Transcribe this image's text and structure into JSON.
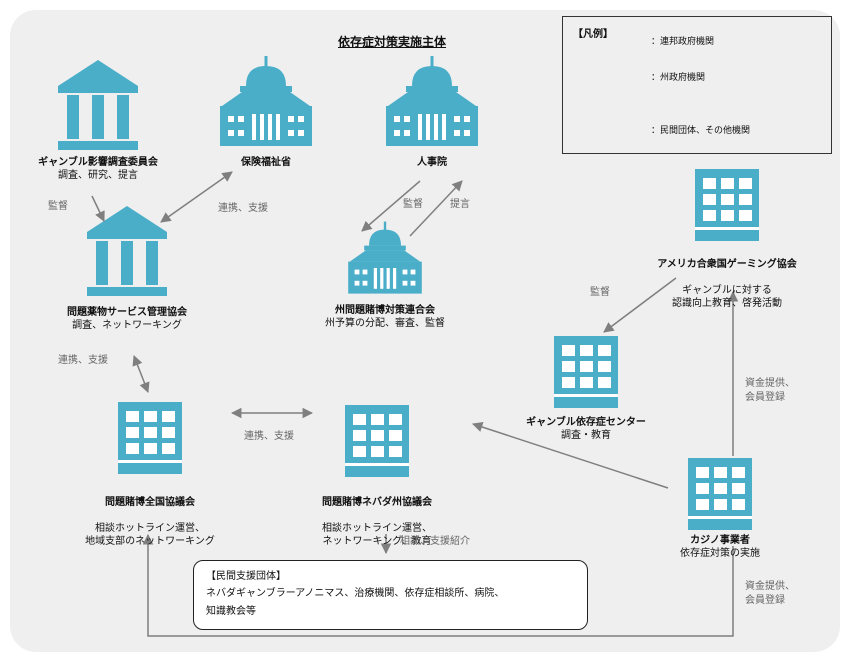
{
  "title": "依存症対策実施主体",
  "legend": {
    "title": "【凡例】",
    "items": [
      {
        "icon": "federal-building-icon",
        "label": "：連邦政府機関"
      },
      {
        "icon": "state-building-icon",
        "label": "：州政府機関"
      },
      {
        "icon": "office-building-icon",
        "label": "：民間団体、その他機関"
      }
    ]
  },
  "nodes": {
    "ncpg_commission": {
      "name": "ギャンブル影響調査委員会",
      "role": "調査、研究、提言",
      "icon": "federal-building-icon"
    },
    "insurance_dept": {
      "name": "保険福祉省",
      "role": "",
      "icon": "state-building-icon"
    },
    "governor": {
      "name": "人事院",
      "role": "",
      "icon": "state-building-icon"
    },
    "samhsa": {
      "name": "問題薬物サービス管理協会",
      "role": "調査、ネットワーキング",
      "icon": "federal-building-icon"
    },
    "state_assoc": {
      "name": "州問題賭博対策連合会",
      "role": "州予算の分配、審査、監督",
      "icon": "state-building-icon"
    },
    "agaming": {
      "name": "アメリカ合衆国ゲーミング協会",
      "role": "ギャンブルに対する\n認識向上教育、啓発活動",
      "icon": "office-building-icon"
    },
    "ncpg": {
      "name": "問題賭博全国協議会",
      "role": "相談ホットライン運営、\n地域支部のネットワーキング",
      "icon": "office-building-icon"
    },
    "nevada_council": {
      "name": "問題賭博ネバダ州協議会",
      "role": "相談ホットライン運営、\nネットワーキング、教育",
      "icon": "office-building-icon"
    },
    "research_center": {
      "name": "ギャンブル依存症センター",
      "role": "調査・教育",
      "icon": "office-building-icon"
    },
    "casino": {
      "name": "カジノ事業者",
      "role": "依存症対策の実施",
      "icon": "office-building-icon"
    }
  },
  "edges": {
    "supervise1": "監督",
    "cooperate1": "連携、支援",
    "supervise2": "監督",
    "advise": "提言",
    "cooperate2": "連携、支援",
    "cooperate3": "連携、支援",
    "supervise3": "監督",
    "funding1": "資金提供、\n会員登録",
    "funding2": "資金提供、\n会員登録",
    "consult": "相談、支援紹介"
  },
  "private_support": {
    "title": "【民間支援団体】",
    "body": "ネバダギャンブラーアノニマス、治療機関、依存症相談所、病院、\n知識教会等"
  }
}
